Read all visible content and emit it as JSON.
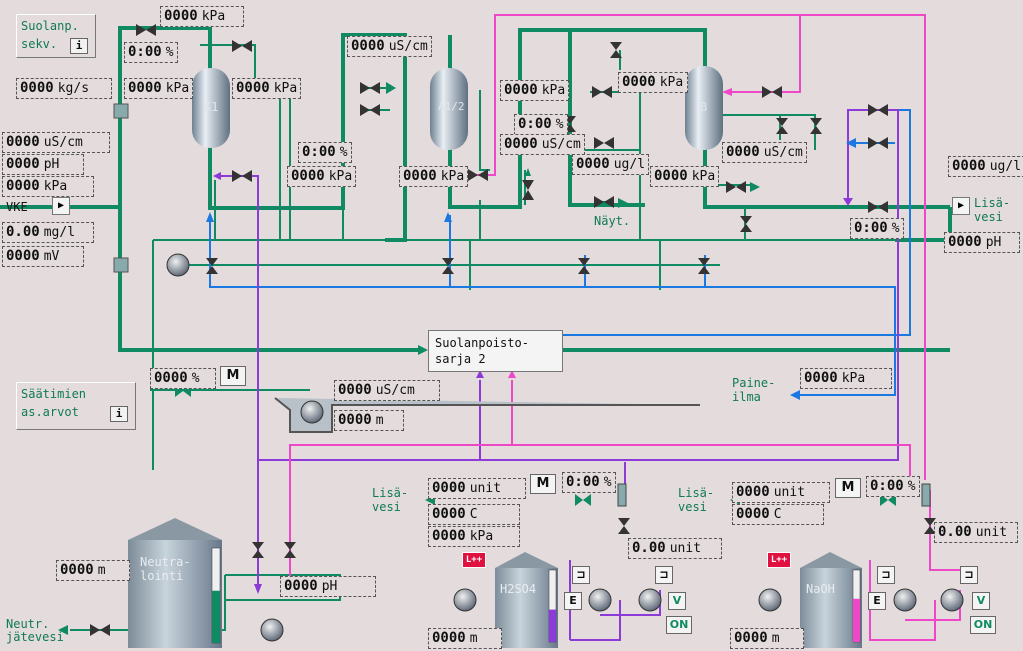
{
  "buttons": {
    "info": "i",
    "manual": "M",
    "enable": "E",
    "view": "V",
    "on": "ON",
    "alarm": "L++"
  },
  "panels": {
    "suolanp_sekv": {
      "line1": "Suolanp.",
      "line2": "sekv."
    },
    "saatimien": {
      "line1": "Säätimien",
      "line2": "as.arvot"
    }
  },
  "labels": {
    "vke": "VKE",
    "lisavesi_right": {
      "line1": "Lisä-",
      "line2": "vesi"
    },
    "lisavesi_acid": {
      "line1": "Lisä-",
      "line2": "vesi"
    },
    "lisavesi_base": {
      "line1": "Lisä-",
      "line2": "vesi"
    },
    "paineilma": {
      "line1": "Paine-",
      "line2": "ilma"
    },
    "nayt": "Näyt.",
    "neutr": {
      "line1": "Neutr.",
      "line2": "jätevesi"
    },
    "series": {
      "line1": "Suolanpoisto-",
      "line2": "sarja 2"
    },
    "k1": "K1",
    "a12": "A1/2",
    "b": "B",
    "neutralointi": {
      "line1": "Neutra-",
      "line2": "lointi"
    },
    "h2so4": "H2SO4",
    "naoh": "NaOH"
  },
  "readouts": {
    "top_kpa": {
      "value": "0000",
      "unit": "kPa"
    },
    "valve_pct_top": {
      "value": "0:00",
      "unit": "%"
    },
    "flow_kgs": {
      "value": "0000",
      "unit": "kg/s"
    },
    "k1_in_kpa": {
      "value": "0000",
      "unit": "kPa"
    },
    "k1_out_kpa": {
      "value": "0000",
      "unit": "kPa"
    },
    "cond_in": {
      "value": "0000",
      "unit": "uS/cm"
    },
    "ph_in": {
      "value": "0000",
      "unit": "pH"
    },
    "kpa_in": {
      "value": "0000",
      "unit": "kPa"
    },
    "mgl_in": {
      "value": "0.00",
      "unit": "mg/l"
    },
    "mv_in": {
      "value": "0000",
      "unit": "mV"
    },
    "pct_mid": {
      "value": "0:00",
      "unit": "%"
    },
    "kpa_k1_bottom": {
      "value": "0000",
      "unit": "kPa"
    },
    "cond_a": {
      "value": "0000",
      "unit": "uS/cm"
    },
    "kpa_a_bottom": {
      "value": "0000",
      "unit": "kPa"
    },
    "kpa_a_right": {
      "value": "0000",
      "unit": "kPa"
    },
    "pct_a": {
      "value": "0:00",
      "unit": "%"
    },
    "cond_a2": {
      "value": "0000",
      "unit": "uS/cm"
    },
    "ugl_mid": {
      "value": "0000",
      "unit": "ug/l"
    },
    "kpa_b_left": {
      "value": "0000",
      "unit": "kPa"
    },
    "kpa_b_bottom": {
      "value": "0000",
      "unit": "kPa"
    },
    "cond_b": {
      "value": "0000",
      "unit": "uS/cm"
    },
    "ugl_right": {
      "value": "0000",
      "unit": "ug/l"
    },
    "pct_right": {
      "value": "0:00",
      "unit": "%"
    },
    "ph_right": {
      "value": "0000",
      "unit": "pH"
    },
    "pct_m": {
      "value": "0000",
      "unit": "%"
    },
    "cond_pump": {
      "value": "0000",
      "unit": "uS/cm"
    },
    "m_pump": {
      "value": "0000",
      "unit": "m"
    },
    "air_kpa": {
      "value": "0000",
      "unit": "kPa"
    },
    "neut_m": {
      "value": "0000",
      "unit": "m"
    },
    "neut_ph": {
      "value": "0000",
      "unit": "pH"
    },
    "acid_flow": {
      "value": "0000",
      "unit": "unit"
    },
    "acid_pct": {
      "value": "0:00",
      "unit": "%"
    },
    "acid_c": {
      "value": "0000",
      "unit": "C"
    },
    "acid_kpa": {
      "value": "0000",
      "unit": "kPa"
    },
    "acid_unit": {
      "value": "0.00",
      "unit": "unit"
    },
    "acid_m": {
      "value": "0000",
      "unit": "m"
    },
    "base_flow": {
      "value": "0000",
      "unit": "unit"
    },
    "base_pct": {
      "value": "0:00",
      "unit": "%"
    },
    "base_c": {
      "value": "0000",
      "unit": "C"
    },
    "base_unit": {
      "value": "0.00",
      "unit": "unit"
    },
    "base_m": {
      "value": "0000",
      "unit": "m"
    }
  },
  "levels": {
    "neutralointi": 0.55,
    "h2so4": 0.45,
    "naoh": 0.6
  },
  "colors": {
    "background": "#e4dcdc",
    "water": "#0f8a63",
    "pink": "#ee48c8",
    "purple": "#8c3ad8",
    "blue": "#1a78e0",
    "alarm": "#e01040"
  }
}
